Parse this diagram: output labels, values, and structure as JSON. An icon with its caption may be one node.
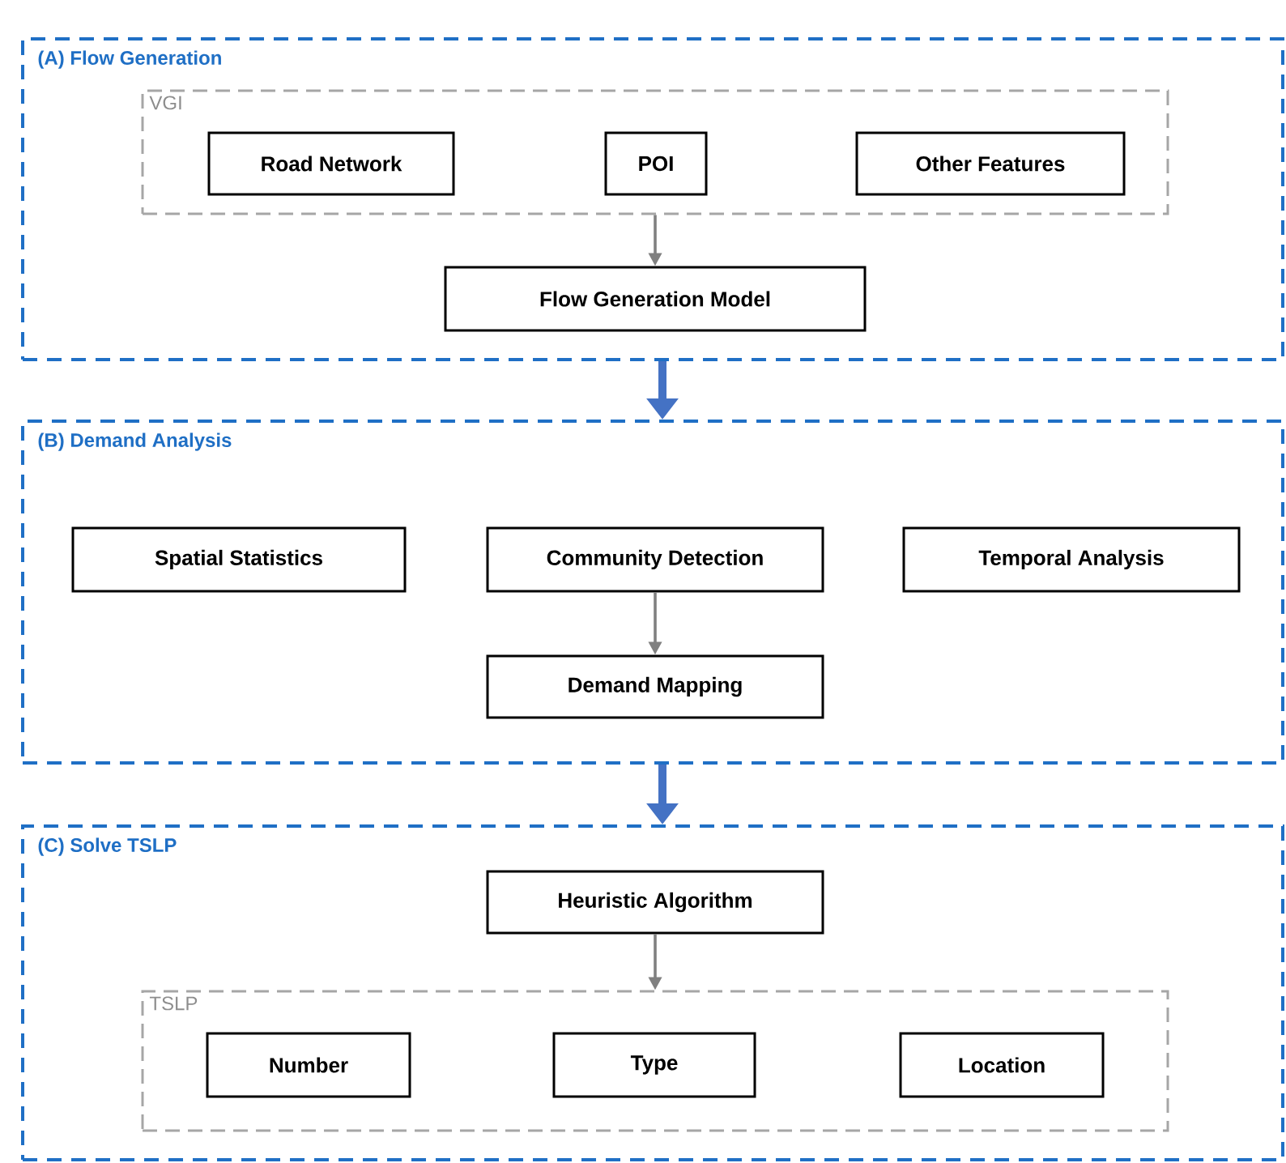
{
  "diagram": {
    "nodes": [
      {
        "text": [
          "(A) Flow Generation"
        ]
      },
      {
        "text": [
          "VGI"
        ],
        "in": 0
      },
      {
        "text": [
          "Road Network"
        ],
        "in": 1
      },
      {
        "text": [
          "POI"
        ],
        "in": 1
      },
      {
        "text": [
          "Other Features"
        ],
        "in": 1
      },
      {
        "text": [
          "Flow Generation Model"
        ],
        "in": 0
      },
      {
        "text": [
          "(B) Demand Analysis"
        ]
      },
      {
        "text": [
          "Spatial Statistics"
        ],
        "in": 6
      },
      {
        "text": [
          "Community Detection"
        ],
        "in": 6
      },
      {
        "text": [
          "Temporal Analysis"
        ],
        "in": 6
      },
      {
        "text": [
          "Demand Mapping"
        ],
        "in": 6
      },
      {
        "text": [
          "(C) Solve TSLP"
        ]
      },
      {
        "text": [
          "Heuristic Algorithm"
        ],
        "in": 11
      },
      {
        "text": [
          "TSLP"
        ],
        "in": 11
      },
      {
        "text": [
          "Number"
        ],
        "in": 13
      },
      {
        "text": [
          "Type"
        ],
        "in": 13
      },
      {
        "text": [
          "Location"
        ],
        "in": 13
      }
    ],
    "edges": [
      {
        "from": 1,
        "to": 5,
        "arrow": "to"
      },
      {
        "from": 0,
        "to": 6,
        "arrow": "to",
        "style": "thick",
        "color": "#4472c4"
      },
      {
        "from": 8,
        "to": 10,
        "arrow": "to"
      },
      {
        "from": 6,
        "to": 11,
        "arrow": "to",
        "style": "thick",
        "color": "#4472c4"
      },
      {
        "from": 12,
        "to": 13,
        "arrow": "to"
      }
    ]
  }
}
